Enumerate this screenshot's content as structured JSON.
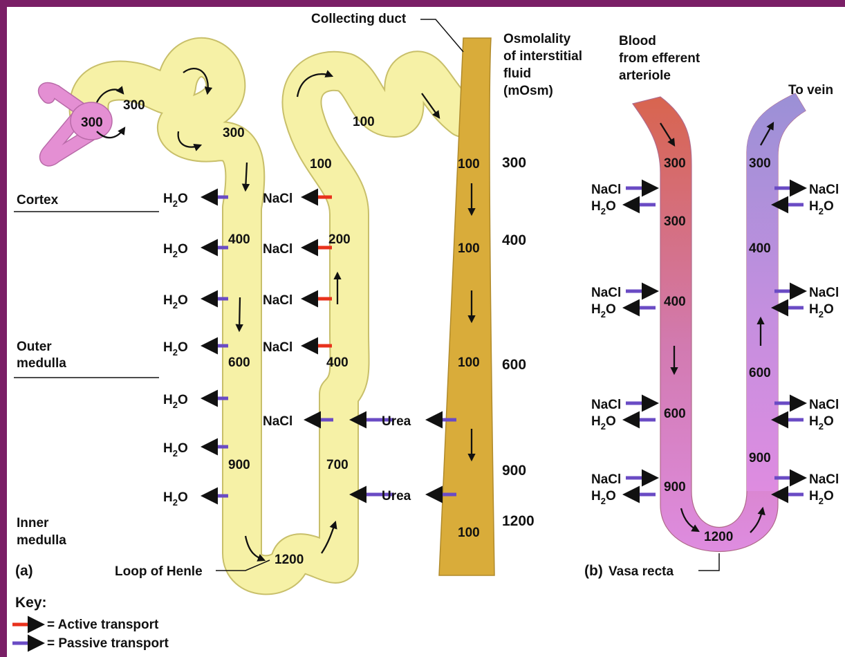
{
  "diagram": {
    "region_labels": {
      "cortex": "Cortex",
      "outer_medulla": [
        "Outer",
        "medulla"
      ],
      "inner_medulla": [
        "Inner",
        "medulla"
      ]
    },
    "panel_a": {
      "tag": "(a)",
      "loop_label": "Loop of Henle",
      "collecting_duct_label": "Collecting duct"
    },
    "panel_b": {
      "tag": "(b)",
      "vasa_recta_label": "Vasa recta",
      "blood_label": [
        "Blood",
        "from efferent",
        "arteriole"
      ],
      "to_vein_label": "To vein"
    },
    "osmolality_header": [
      "Osmolality",
      "of interstitial",
      "fluid",
      "(mOsm)"
    ],
    "osmolality_values": [
      "300",
      "400",
      "600",
      "900",
      "1200"
    ],
    "glomerulus_value": "300",
    "pct_value": "300",
    "descending_values": [
      "300",
      "400",
      "600",
      "900"
    ],
    "bottom_value": "1200",
    "ascending_values": [
      "100",
      "200",
      "400",
      "700"
    ],
    "dct_value": "100",
    "duct_values": [
      "100",
      "100",
      "100",
      "100"
    ],
    "vasa_descending_values": [
      "300",
      "300",
      "400",
      "600",
      "900"
    ],
    "vasa_ascending_values": [
      "300",
      "400",
      "600",
      "900"
    ],
    "vasa_bottom_value": "1200",
    "nacl_label": "NaCl",
    "water_label": "H",
    "water_sub": "2",
    "water_tail": "O",
    "urea_label": "Urea",
    "key": {
      "title": "Key:",
      "active": "= Active transport",
      "passive": "= Passive transport"
    },
    "colors": {
      "tubule": "#f6f1a6",
      "duct": "#d9ac3a",
      "glomerulus": "#e48fd3",
      "active": "#e8321c",
      "passive": "#6a4bc4",
      "vasa_desc_top": "#d8644d",
      "vasa_asc_top": "#9b90d6",
      "vasa_bottom": "#de8ce0"
    }
  }
}
